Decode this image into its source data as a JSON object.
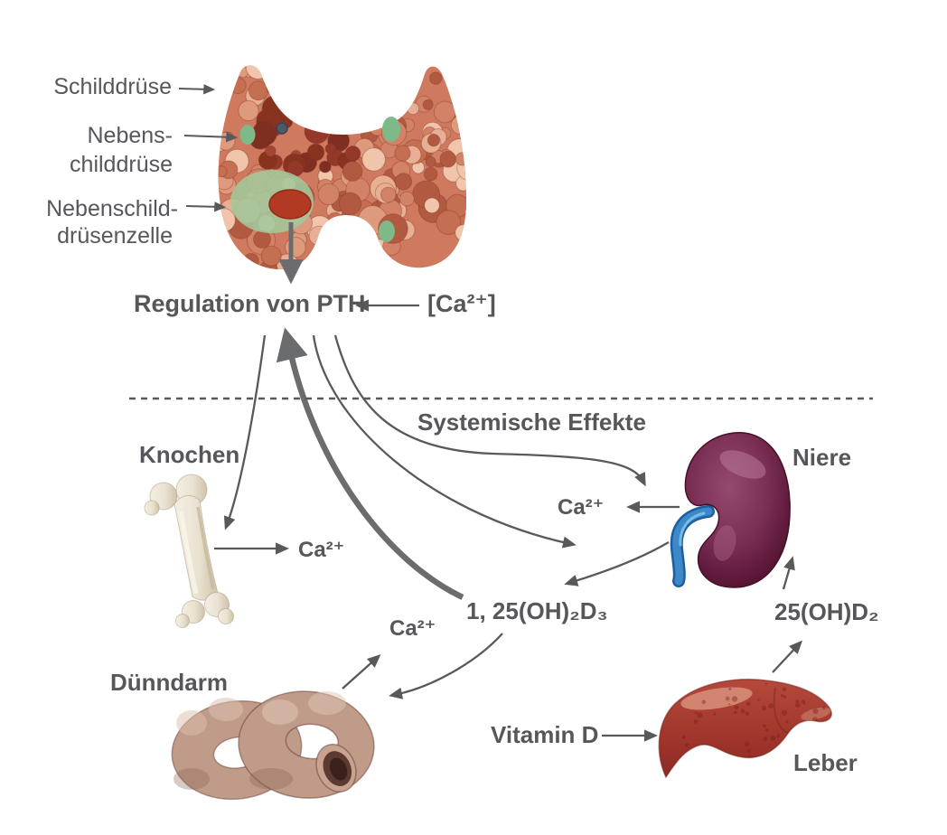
{
  "diagram": {
    "labels": {
      "schilddruese": "Schilddrüse",
      "nebenschilddruese_line1": "Nebens-",
      "nebenschilddruese_line2": "childdrüse",
      "nebenschilddruesenzelle_line1": "Nebenschild-",
      "nebenschilddruesenzelle_line2": "drüsenzelle",
      "regulation_pth": "Regulation von PTH",
      "ca_bracket": "[Ca²⁺]",
      "systemische_effekte": "Systemische Effekte",
      "knochen": "Knochen",
      "niere": "Niere",
      "ca_bone": "Ca²⁺",
      "ca_kidney": "Ca²⁺",
      "ca_intestine": "Ca²⁺",
      "calcitriol": "1, 25(OH)₂D₃",
      "calcidiol": "25(OH)D₂",
      "duenndarm": "Dünndarm",
      "vitamin_d": "Vitamin D",
      "leber": "Leber"
    },
    "colors": {
      "text": "#56575b",
      "arrow": "#58595b",
      "thyroid_base": "#cf7a5f",
      "parathyroid_green": "#7eba88",
      "cell_green": "#a3c79b",
      "nucleus_red": "#b23922",
      "cell_dot": "#4e5866",
      "kidney": "#6d2149",
      "ureter_blue": "#3c88c8",
      "liver": "#a13a30",
      "bone": "#e9e2d1",
      "intestine": "#c09b89",
      "intestine_lumen": "#3a211b"
    }
  }
}
